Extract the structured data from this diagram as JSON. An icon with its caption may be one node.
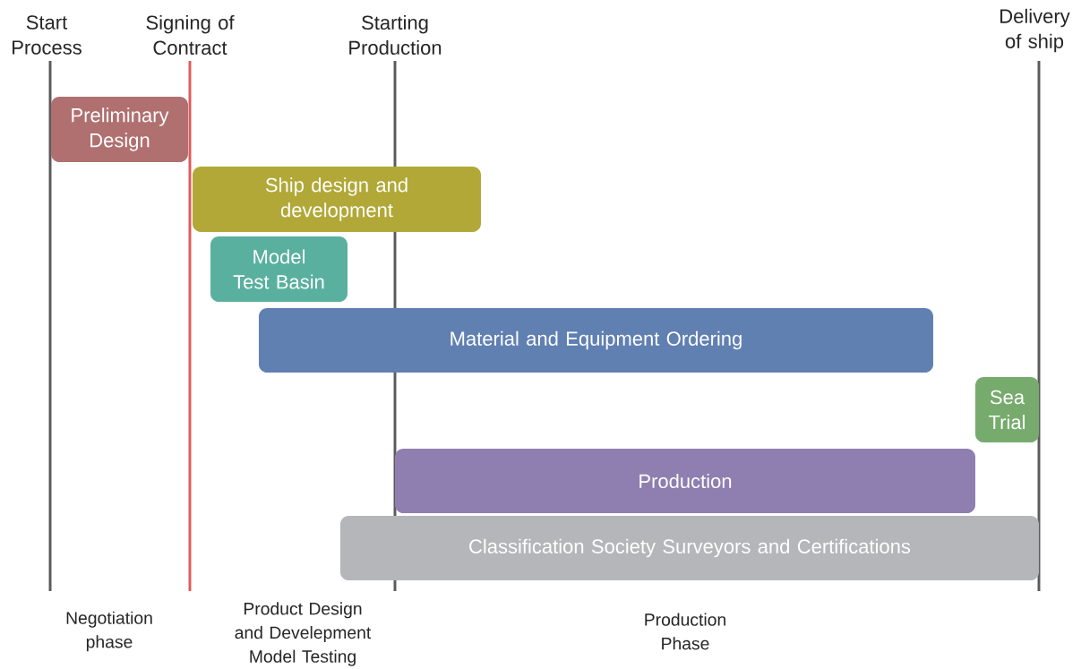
{
  "diagram": {
    "nodes": [
      {
        "text": [
          "Preliminary Design"
        ]
      },
      {
        "text": [
          "Ship design and development"
        ]
      },
      {
        "text": [
          "Model Test Basin"
        ]
      },
      {
        "text": [
          "Material and Equipment Ordering"
        ]
      },
      {
        "text": [
          "Sea Trial"
        ]
      },
      {
        "text": [
          "Production"
        ]
      },
      {
        "text": [
          "Classification Society Surveyors and Certifications"
        ]
      }
    ],
    "edges": [],
    "labels": [
      "Start Process",
      "Signing of Contract",
      "Starting Production",
      "Delivery of ship",
      "Negotiation phase",
      "Product Design and Develepment Model Testing",
      "Production Phase"
    ]
  }
}
